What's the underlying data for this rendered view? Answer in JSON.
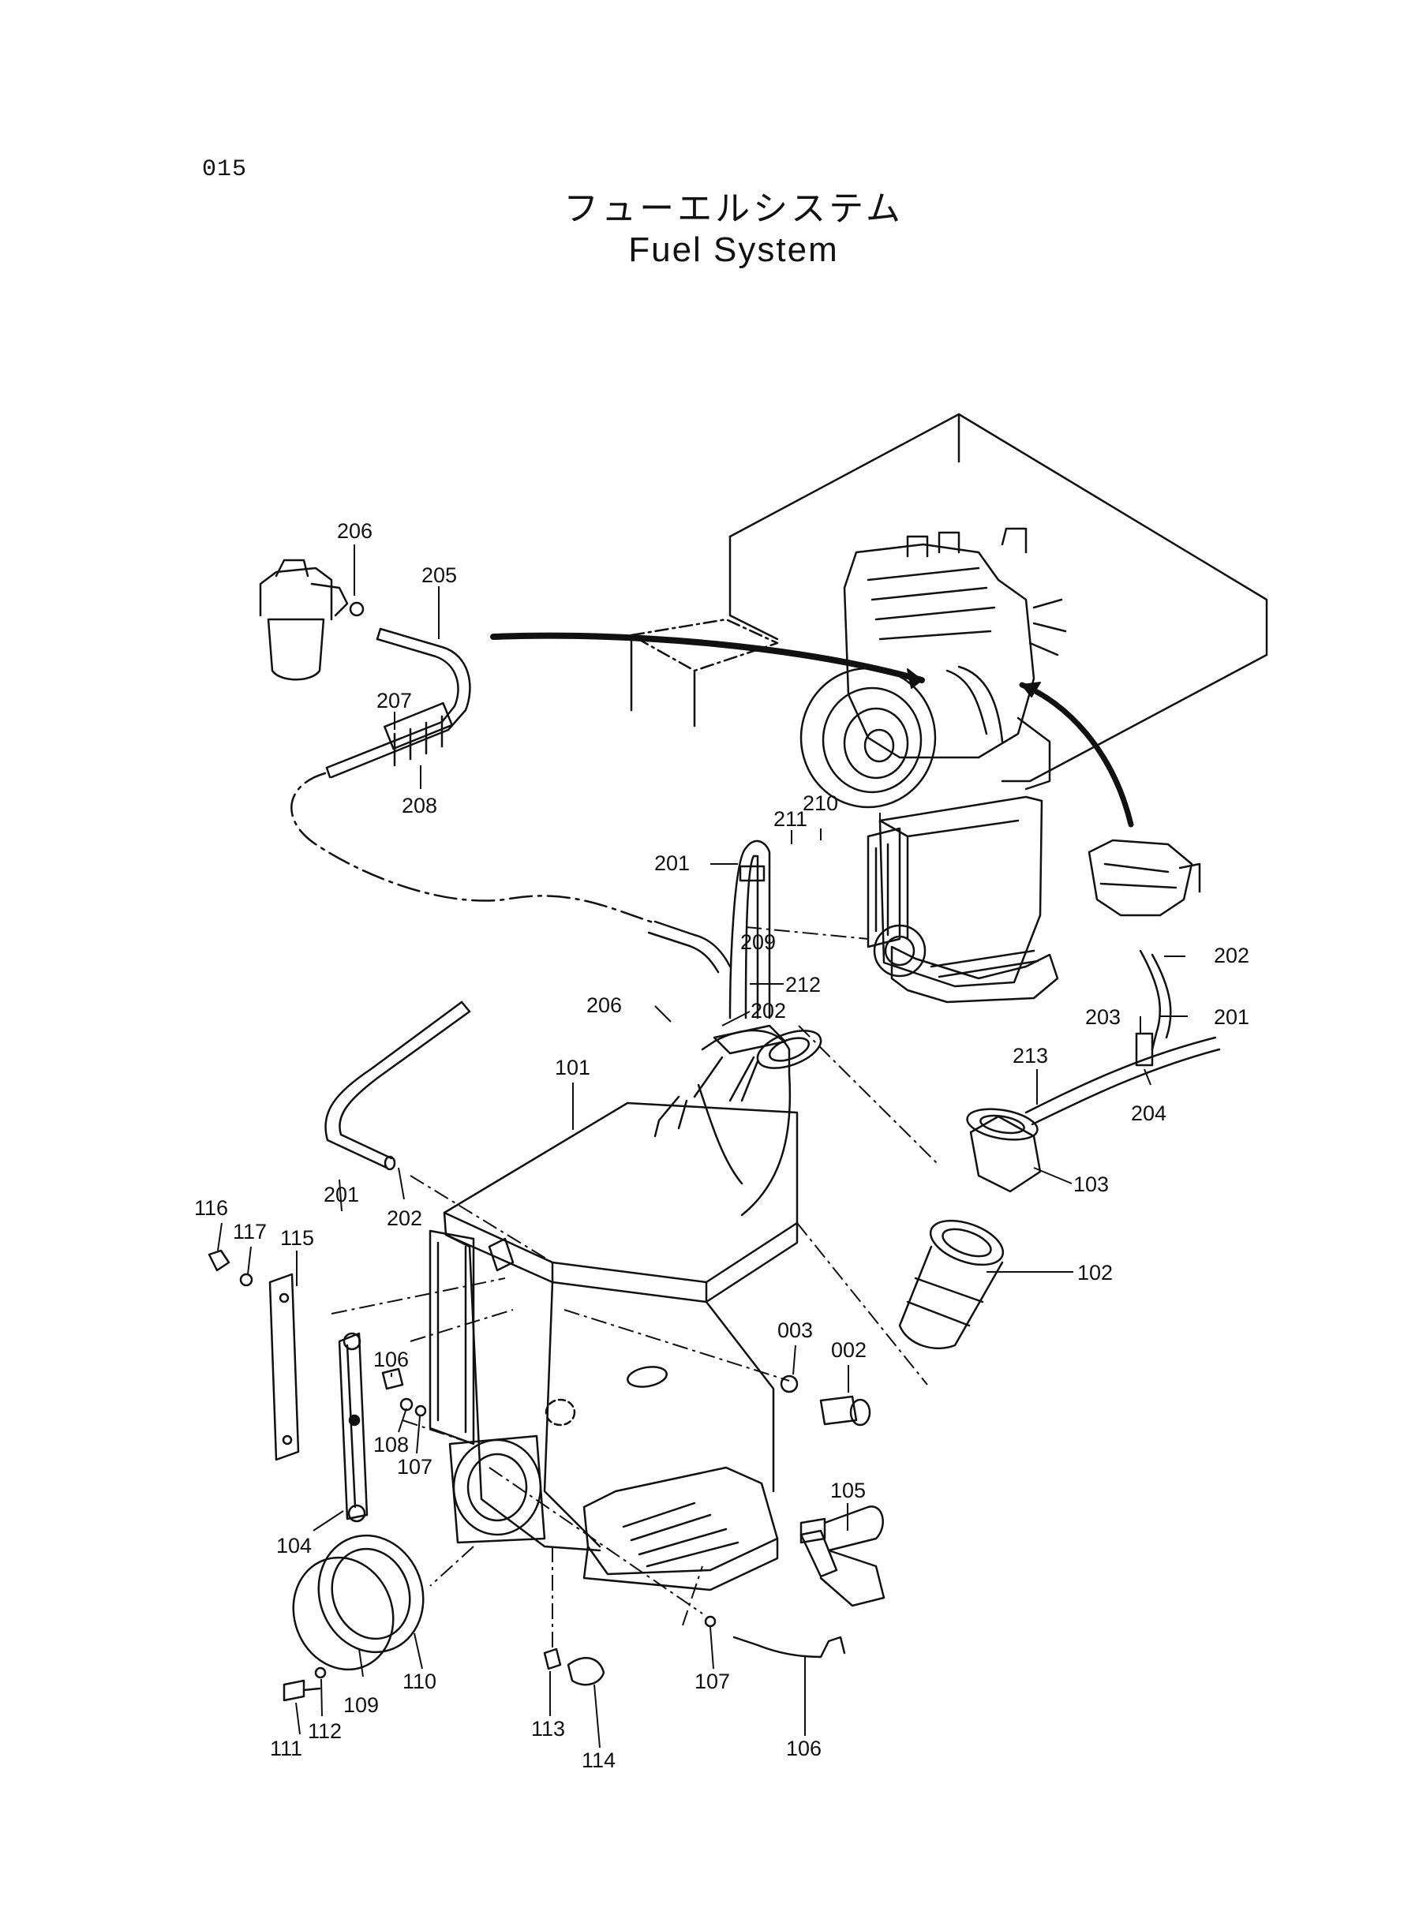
{
  "page": {
    "number": "015",
    "title_jp": "フューエルシステム",
    "title_en": "Fuel System"
  },
  "callouts": {
    "c206a": "206",
    "c205": "205",
    "c207": "207",
    "c208": "208",
    "c211": "211",
    "c210": "210",
    "c201a": "201",
    "c209": "209",
    "c212": "212",
    "c206b": "206",
    "c202a": "202",
    "c202b": "202",
    "c203": "203",
    "c201b": "201",
    "c213": "213",
    "c204": "204",
    "c101": "101",
    "c103": "103",
    "c102": "102",
    "c201c": "201",
    "c202c": "202",
    "c116": "116",
    "c117": "117",
    "c115": "115",
    "c003": "003",
    "c002": "002",
    "c106a": "106",
    "c108": "108",
    "c107a": "107",
    "c104": "104",
    "c105": "105",
    "c110": "110",
    "c109": "109",
    "c112": "112",
    "c111": "111",
    "c113": "113",
    "c114": "114",
    "c107b": "107",
    "c106b": "106"
  }
}
